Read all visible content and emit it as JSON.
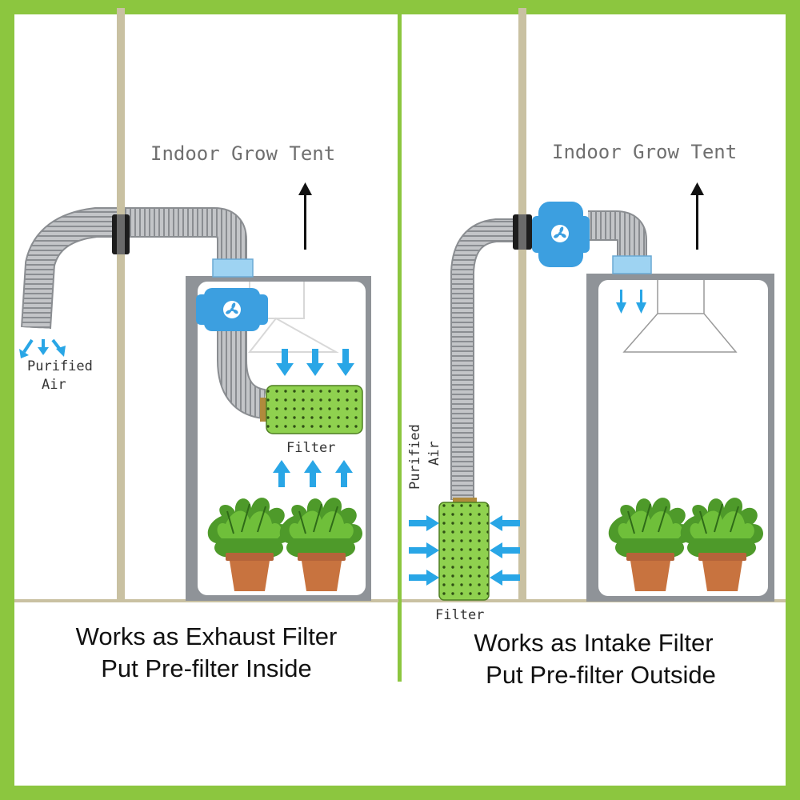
{
  "colors": {
    "frame": "#8cc63f",
    "wall": "#c9c1a2",
    "tent": "#8f9398",
    "duct": "#b4b6b9",
    "fan": "#3c9fe0",
    "arrow": "#29a6e6",
    "filter": "#8fd14f"
  },
  "icons": {
    "fan": "fan-icon",
    "plant": "potted-plant-icon",
    "airflow": "airflow-arrow-icon"
  },
  "left_panel": {
    "tent_label": "Indoor Grow Tent",
    "purified_air": [
      "Purified",
      "Air"
    ],
    "filter_label": "Filter",
    "caption_line1": "Works as Exhaust Filter",
    "caption_line2": "Put Pre-filter Inside"
  },
  "right_panel": {
    "tent_label": "Indoor Grow Tent",
    "purified_air": [
      "Purified",
      "Air"
    ],
    "filter_label": "Filter",
    "caption_line1": "Works as Intake Filter",
    "caption_line2": "Put Pre-filter Outside"
  }
}
